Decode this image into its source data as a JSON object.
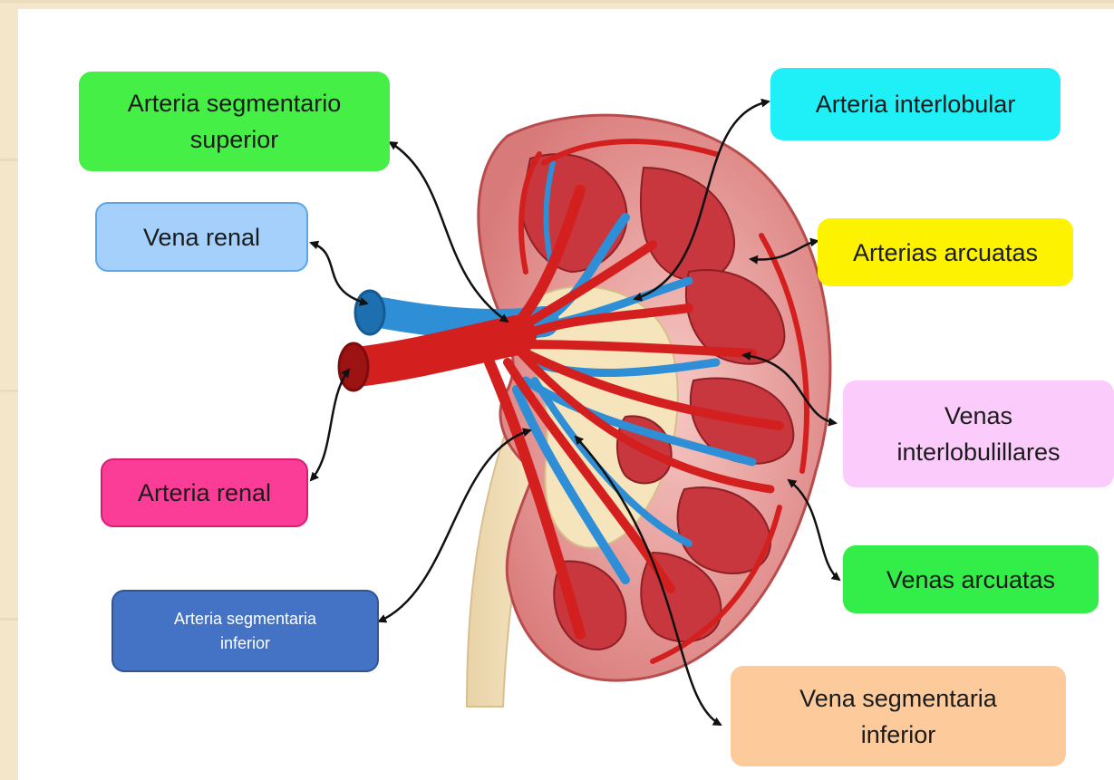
{
  "labels": {
    "arteria_segmentario_superior": "Arteria segmentario superior",
    "vena_renal": "Vena renal",
    "arteria_renal": "Arteria renal",
    "arteria_segmentaria_inferior": "Arteria segmentaria inferior",
    "arteria_interlobular": "Arteria interlobular",
    "arterias_arcuatas": "Arterias arcuatas",
    "venas_interlobulillares": "Venas interlobulillares",
    "venas_arcuatas": "Venas arcuatas",
    "vena_segmentaria_inferior": "Vena segmentaria inferior"
  },
  "colors": {
    "arteria_segmentario_superior": "#45ef45",
    "vena_renal": "#a5d0fb",
    "arteria_renal": "#fb3d97",
    "arteria_segmentaria_inferior": "#4472c4",
    "arteria_interlobular": "#1ff0f7",
    "arterias_arcuatas": "#fdf200",
    "venas_interlobulillares": "#fbcbfb",
    "venas_arcuatas": "#33ee48",
    "vena_segmentaria_inferior": "#fdcb9b",
    "artery": "#d41f1f",
    "vein": "#2e8fd6",
    "cortex": "#e9a5a5"
  }
}
